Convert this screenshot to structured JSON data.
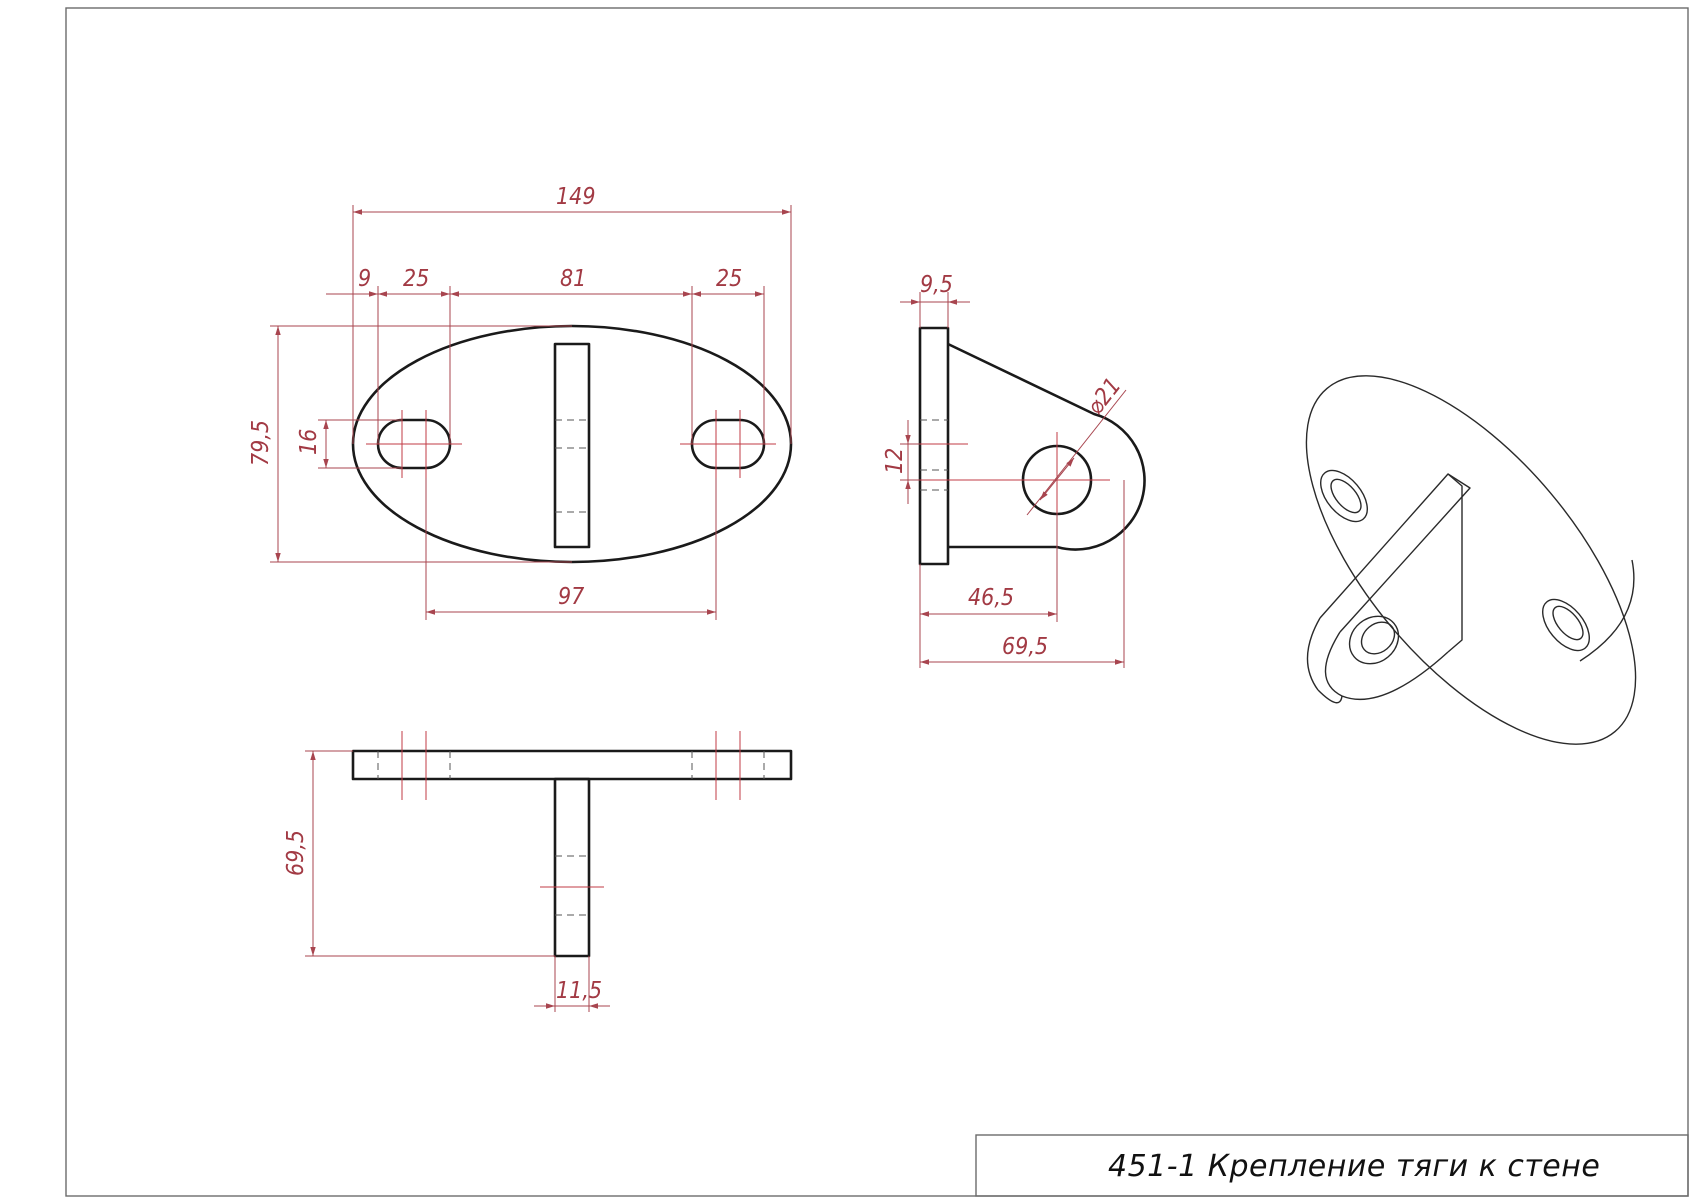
{
  "title_block": {
    "text": "451-1  Крепление тяги к стене"
  },
  "dimensions": {
    "top_view": {
      "overall_width": "149",
      "edge_offset": "9",
      "slot_width_left": "25",
      "between_slots": "81",
      "slot_width_right": "25",
      "overall_height": "79,5",
      "slot_height": "16",
      "slot_centers": "97"
    },
    "side_view": {
      "plate_thickness": "9,5",
      "hole_offset": "12",
      "hole_diameter": "⌀21",
      "hole_center_distance": "46,5",
      "overall_depth": "69,5"
    },
    "front_view": {
      "rib_height": "69,5",
      "rib_thickness": "11,5"
    }
  },
  "colors": {
    "part_line": "#1a1a1a",
    "dimension": "#a8454f",
    "centerline": "#c23b45",
    "frame": "#6b6b6b"
  }
}
